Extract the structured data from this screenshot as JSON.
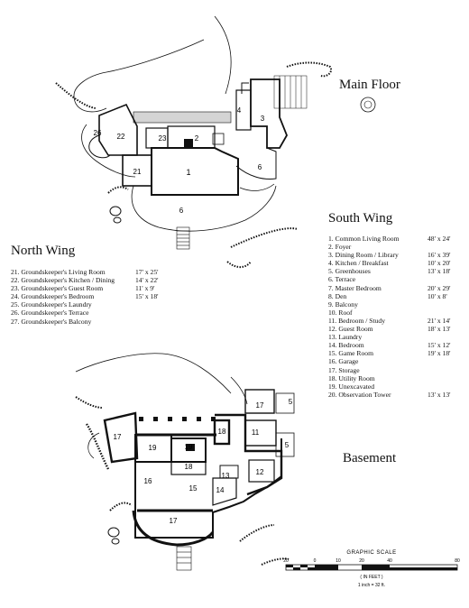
{
  "headings": {
    "main_floor": "Main Floor",
    "south_wing": "South Wing",
    "north_wing": "North Wing",
    "basement": "Basement"
  },
  "south_wing_rooms": [
    {
      "label": "1.  Common Living Room",
      "size": "48' x 24'"
    },
    {
      "label": "2.  Foyer",
      "size": ""
    },
    {
      "label": "3.  Dining Room / Library",
      "size": "16' x 39'"
    },
    {
      "label": "4.  Kitchen / Breakfast",
      "size": "10' x 20'"
    },
    {
      "label": "5.  Greenhouses",
      "size": "13' x 18'"
    },
    {
      "label": "6.  Terrace",
      "size": ""
    },
    {
      "label": "7.  Master Bedroom",
      "size": "20' x 29'"
    },
    {
      "label": "8.  Den",
      "size": "10' x 8'"
    },
    {
      "label": "9.  Balcony",
      "size": ""
    },
    {
      "label": "10. Roof",
      "size": ""
    },
    {
      "label": "11. Bedroom / Study",
      "size": "21' x 14'"
    },
    {
      "label": "12. Guest Room",
      "size": "18' x 13'"
    },
    {
      "label": "13. Laundry",
      "size": ""
    },
    {
      "label": "14. Bedroom",
      "size": "15' x 12'"
    },
    {
      "label": "15. Game Room",
      "size": "19' x 18'"
    },
    {
      "label": "16. Garage",
      "size": ""
    },
    {
      "label": "17. Storage",
      "size": ""
    },
    {
      "label": "18. Utility Room",
      "size": ""
    },
    {
      "label": "19. Unexcavated",
      "size": ""
    },
    {
      "label": "20. Observation Tower",
      "size": "13' x 13'"
    }
  ],
  "north_wing_rooms": [
    {
      "label": "21. Groundskeeper's Living Room",
      "size": "17' x 25'"
    },
    {
      "label": "22. Groundskeeper's Kitchen / Dining",
      "size": "14' x 22'"
    },
    {
      "label": "23. Groundskeeper's Guest Room",
      "size": "11' x 9'"
    },
    {
      "label": "24. Groundskeeper's Bedroom",
      "size": "15' x 18'"
    },
    {
      "label": "25. Groundskeeper's Laundry",
      "size": ""
    },
    {
      "label": "26. Groundskeeper's Terrace",
      "size": ""
    },
    {
      "label": "27. Groundskeeper's Balcony",
      "size": ""
    }
  ],
  "main_floor_labels": [
    "1",
    "2",
    "3",
    "4",
    "6",
    "6",
    "21",
    "22",
    "23",
    "26"
  ],
  "basement_labels": [
    "5",
    "5",
    "11",
    "12",
    "13",
    "14",
    "15",
    "16",
    "17",
    "17",
    "17",
    "18",
    "18",
    "19",
    "19"
  ],
  "graphic_scale": {
    "title": "GRAPHIC  SCALE",
    "ticks": [
      "20",
      "0",
      "10",
      "20",
      "40",
      "80"
    ],
    "unit": "( IN FEET )",
    "ratio": "1 inch = 32 ft."
  }
}
